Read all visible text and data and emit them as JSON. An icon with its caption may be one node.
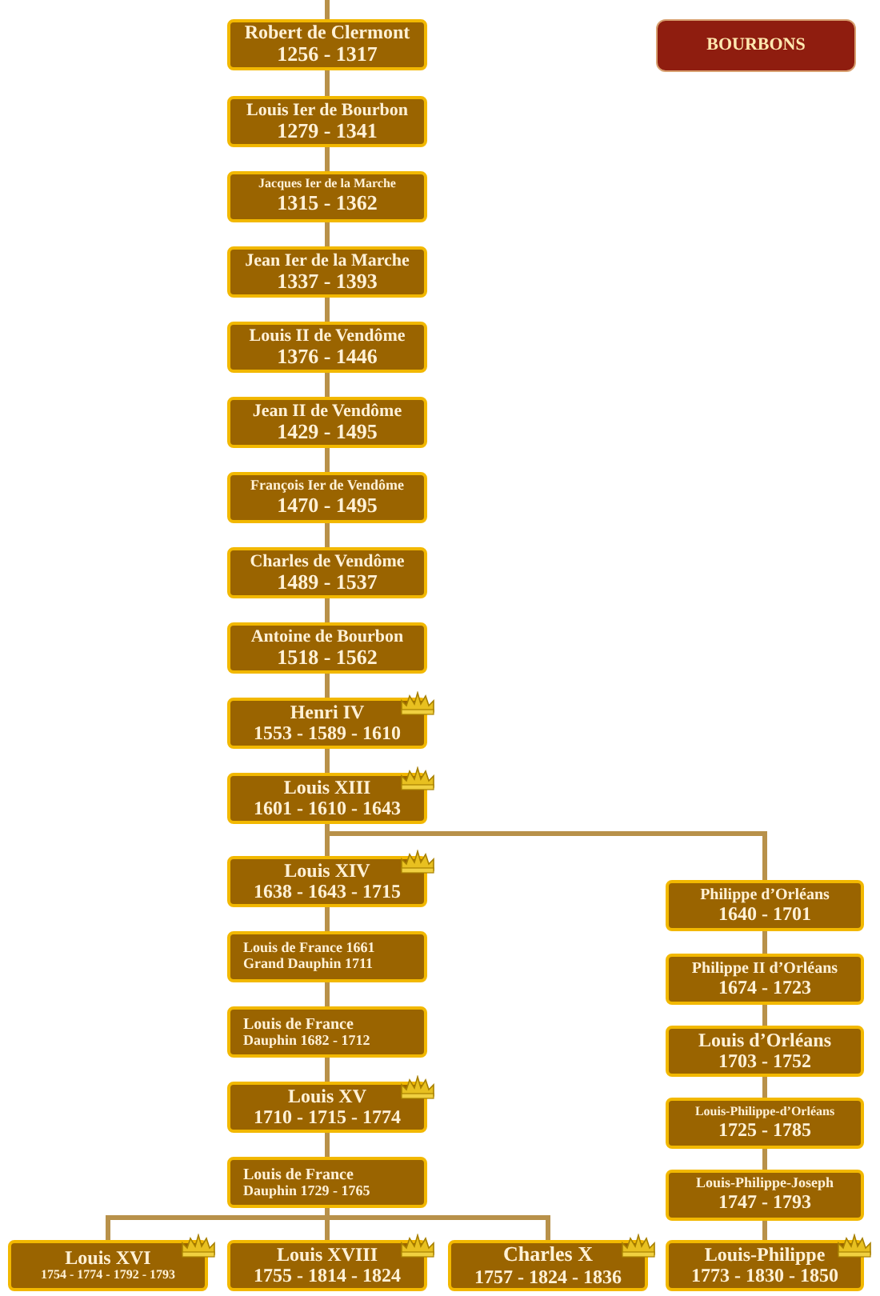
{
  "diagram": {
    "nodes": [
      {
        "text": [
          "Robert de Clermont",
          "1256 - 1317"
        ]
      },
      {
        "text": [
          "Louis Ier de Bourbon",
          "1279 - 1341"
        ]
      },
      {
        "text": [
          "Jacques Ier de la Marche",
          "1315 - 1362"
        ]
      },
      {
        "text": [
          "Jean Ier de la Marche",
          "1337 - 1393"
        ]
      },
      {
        "text": [
          "Louis II de Vendôme",
          "1376 - 1446"
        ]
      },
      {
        "text": [
          "Jean II de Vendôme",
          "1429 - 1495"
        ]
      },
      {
        "text": [
          "François Ier de Vendôme",
          "1470 - 1495"
        ]
      },
      {
        "text": [
          "Charles de Vendôme",
          "1489 - 1537"
        ]
      },
      {
        "text": [
          "Antoine de Bourbon",
          "1518 - 1562"
        ]
      },
      {
        "text": [
          "Henri IV",
          "1553 - 1589 - 1610"
        ]
      },
      {
        "text": [
          "Louis XIII",
          "1601 - 1610 - 1643"
        ]
      },
      {
        "text": [
          "Louis XIV",
          "1638 - 1643 - 1715"
        ]
      },
      {
        "text": [
          "Louis de France 1661",
          "Grand Dauphin 1711"
        ]
      },
      {
        "text": [
          "Louis de France",
          "Dauphin 1682 - 1712"
        ]
      },
      {
        "text": [
          "Louis XV",
          "1710 - 1715 - 1774"
        ]
      },
      {
        "text": [
          "Louis de France",
          "Dauphin 1729 - 1765"
        ]
      },
      {
        "text": [
          "Louis XVI",
          "1754 - 1774 - 1792 - 1793"
        ]
      },
      {
        "text": [
          "Louis XVIII",
          "1755 - 1814 - 1824"
        ]
      },
      {
        "text": [
          "Charles X",
          "1757 - 1824 - 1836"
        ]
      },
      {
        "text": [
          "Philippe d’Orléans",
          "1640 - 1701"
        ]
      },
      {
        "text": [
          "Philippe II d’Orléans",
          "1674 - 1723"
        ]
      },
      {
        "text": [
          "Louis d’Orléans",
          "1703 - 1752"
        ]
      },
      {
        "text": [
          "Louis-Philippe-d’Orléans",
          "1725 - 1785"
        ]
      },
      {
        "text": [
          "Louis-Philippe-Joseph",
          "1747 - 1793"
        ]
      },
      {
        "text": [
          "Louis-Philippe",
          "1773 - 1830 - 1850"
        ]
      },
      {
        "text": [
          "BOURBONS"
        ]
      }
    ],
    "edges": [
      {
        "from": null,
        "to": 0,
        "arrow": "none"
      },
      {
        "from": 0,
        "to": 1,
        "arrow": "none"
      },
      {
        "from": 1,
        "to": 2,
        "arrow": "none"
      },
      {
        "from": 2,
        "to": 3,
        "arrow": "none"
      },
      {
        "from": 3,
        "to": 4,
        "arrow": "none"
      },
      {
        "from": 4,
        "to": 5,
        "arrow": "none"
      },
      {
        "from": 5,
        "to": 6,
        "arrow": "none"
      },
      {
        "from": 6,
        "to": 7,
        "arrow": "none"
      },
      {
        "from": 7,
        "to": 8,
        "arrow": "none"
      },
      {
        "from": 8,
        "to": 9,
        "arrow": "none"
      },
      {
        "from": 9,
        "to": 10,
        "arrow": "none"
      },
      {
        "from": 10,
        "to": 11,
        "arrow": "none"
      },
      {
        "from": 10,
        "to": 19,
        "arrow": "none"
      },
      {
        "from": 11,
        "to": 12,
        "arrow": "none"
      },
      {
        "from": 12,
        "to": 13,
        "arrow": "none"
      },
      {
        "from": 13,
        "to": 14,
        "arrow": "none"
      },
      {
        "from": 14,
        "to": 15,
        "arrow": "none"
      },
      {
        "from": 15,
        "to": 16,
        "arrow": "none"
      },
      {
        "from": 15,
        "to": 17,
        "arrow": "none"
      },
      {
        "from": 15,
        "to": 18,
        "arrow": "none"
      },
      {
        "from": 19,
        "to": 20,
        "arrow": "none"
      },
      {
        "from": 20,
        "to": 21,
        "arrow": "none"
      },
      {
        "from": 21,
        "to": 22,
        "arrow": "none"
      },
      {
        "from": 22,
        "to": 23,
        "arrow": "none"
      },
      {
        "from": 23,
        "to": 24,
        "arrow": "none"
      }
    ]
  }
}
